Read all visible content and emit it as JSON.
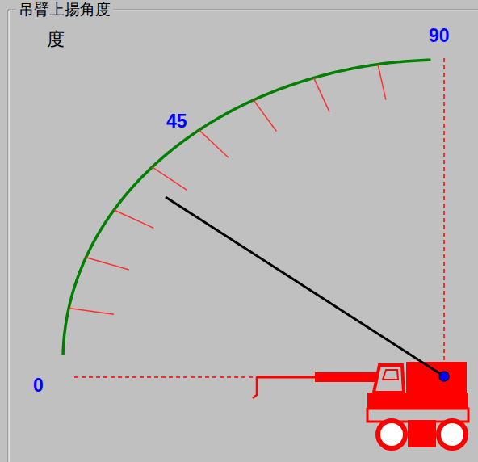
{
  "diagram": {
    "title": "吊臂上揚角度",
    "labels": [
      "度",
      "90",
      "45",
      "0"
    ]
  }
}
